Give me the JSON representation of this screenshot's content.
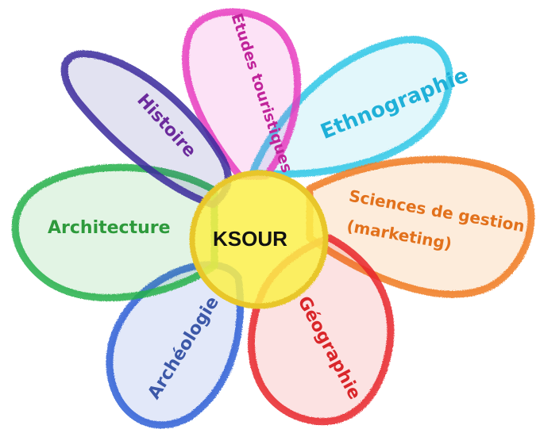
{
  "center": {
    "label": "KSOUR",
    "fill": "#fbf04a",
    "stroke": "#e8c62a"
  },
  "petals": [
    {
      "id": "etudes-touristiques",
      "label": "Etudes touristiques",
      "color": "#e83cc0"
    },
    {
      "id": "ethnographie",
      "label": "Ethnographie",
      "color": "#2fc7e6"
    },
    {
      "id": "histoire",
      "label": "Histoire",
      "color": "#3b2a9c"
    },
    {
      "id": "sciences-de-gestion",
      "label": "Sciences de gestion",
      "label2": "(marketing)",
      "color": "#f07a1e"
    },
    {
      "id": "architecture",
      "label": "Architecture",
      "color": "#27b04a"
    },
    {
      "id": "geographie",
      "label": "Géographie",
      "color": "#e8262c"
    },
    {
      "id": "archeologie",
      "label": "Archéologie",
      "color": "#2d5fd6"
    }
  ],
  "text_colors": {
    "etudes-touristiques": "#c0249a",
    "ethnographie": "#1fb0d8",
    "histoire": "#6b2a9c",
    "sciences-de-gestion": "#e2711c",
    "architecture": "#2e9a3c",
    "geographie": "#d9262a",
    "archeologie": "#3c58a8"
  }
}
